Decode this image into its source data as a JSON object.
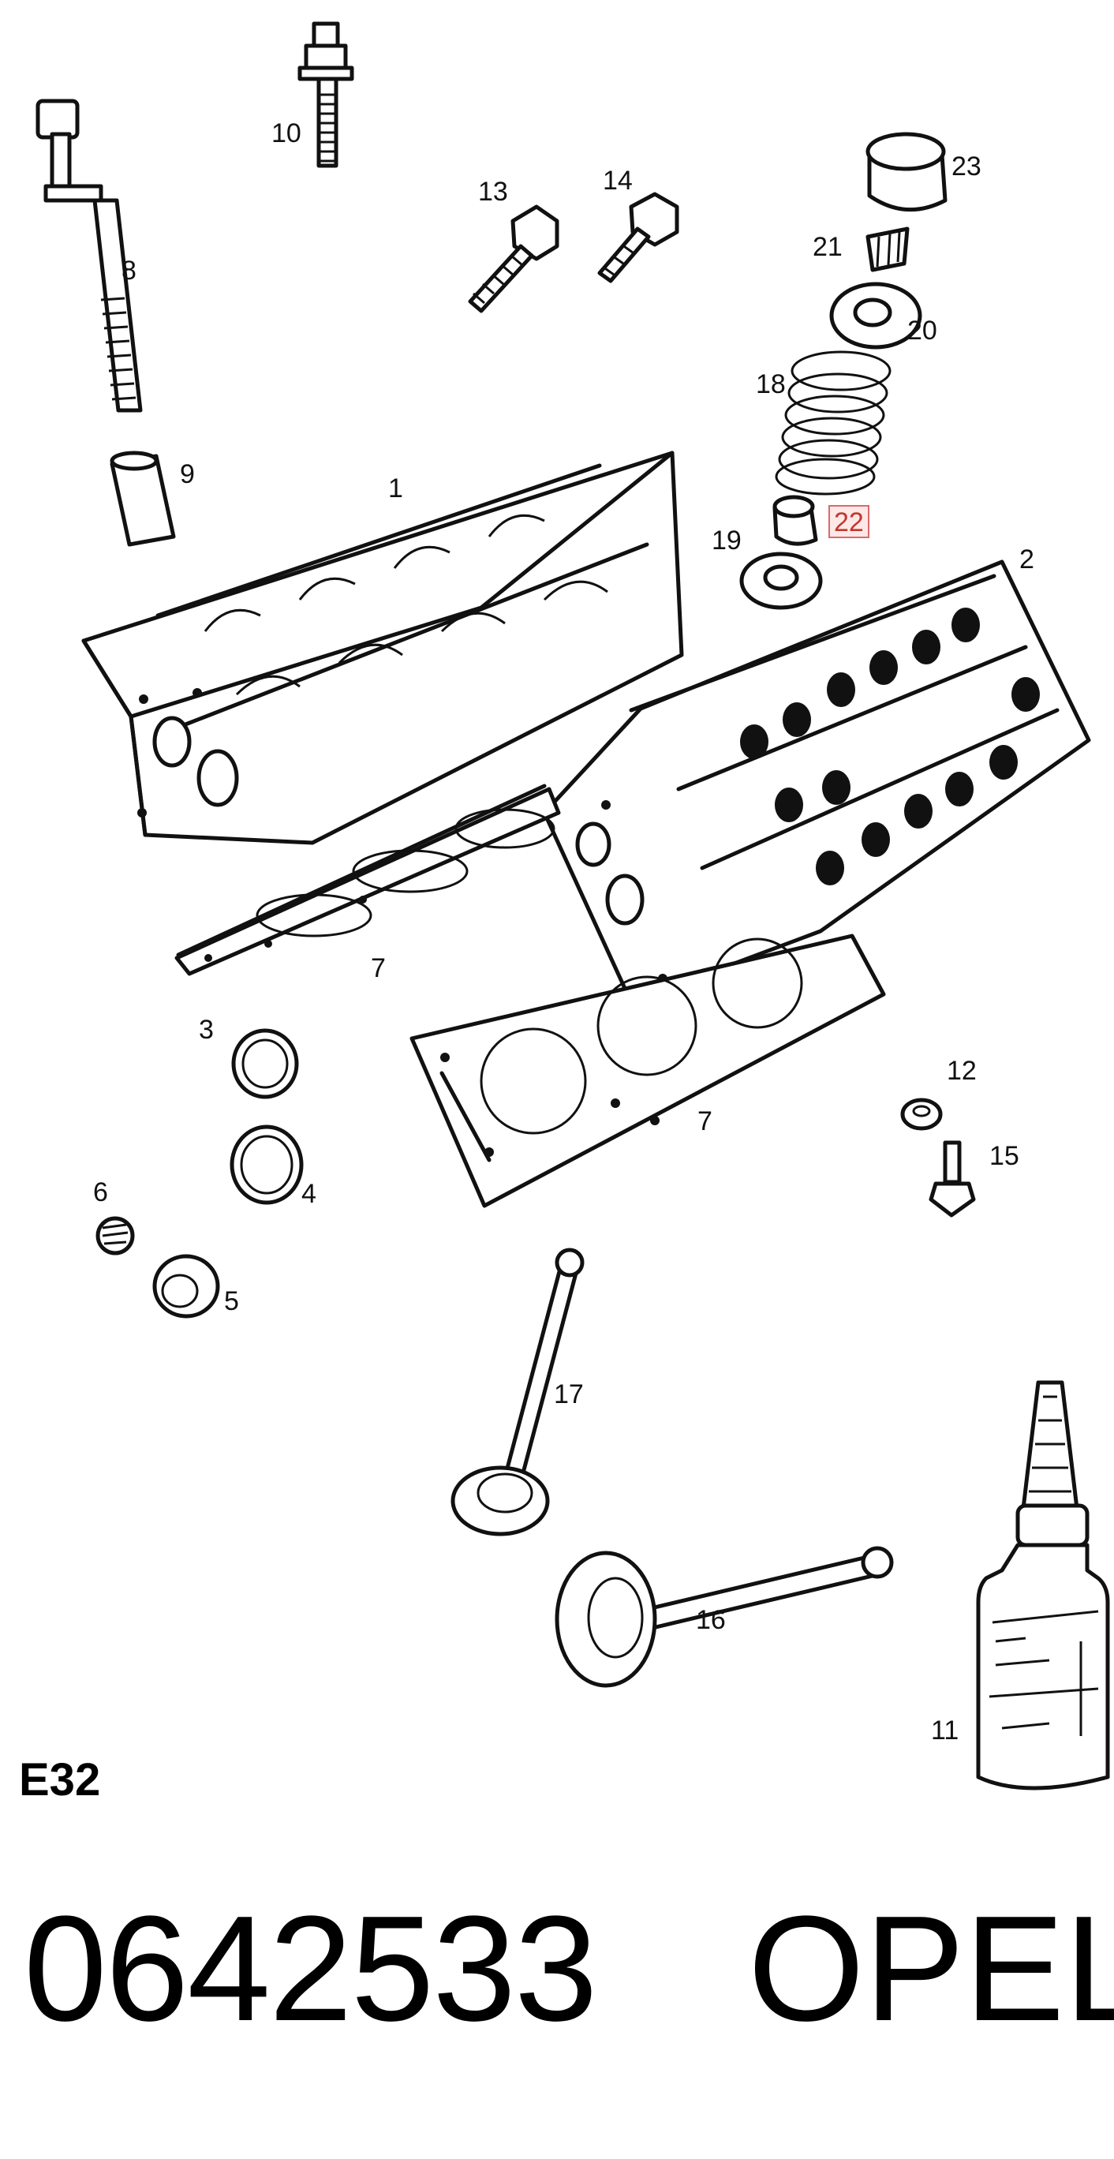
{
  "figure_code": "E32",
  "part_number": "0642533",
  "brand": "OPEL",
  "highlight_color": "#d96a6a",
  "callouts": [
    {
      "id": "1",
      "label": "1"
    },
    {
      "id": "2",
      "label": "2"
    },
    {
      "id": "3",
      "label": "3"
    },
    {
      "id": "4",
      "label": "4"
    },
    {
      "id": "5",
      "label": "5"
    },
    {
      "id": "6",
      "label": "6"
    },
    {
      "id": "7a",
      "label": "7"
    },
    {
      "id": "7b",
      "label": "7"
    },
    {
      "id": "8",
      "label": "8"
    },
    {
      "id": "9",
      "label": "9"
    },
    {
      "id": "10",
      "label": "10"
    },
    {
      "id": "11",
      "label": "11"
    },
    {
      "id": "12",
      "label": "12"
    },
    {
      "id": "13",
      "label": "13"
    },
    {
      "id": "14",
      "label": "14"
    },
    {
      "id": "15",
      "label": "15"
    },
    {
      "id": "16",
      "label": "16"
    },
    {
      "id": "17",
      "label": "17"
    },
    {
      "id": "18",
      "label": "18"
    },
    {
      "id": "19",
      "label": "19"
    },
    {
      "id": "20",
      "label": "20"
    },
    {
      "id": "21",
      "label": "21"
    },
    {
      "id": "22",
      "label": "22",
      "highlighted": true
    },
    {
      "id": "23",
      "label": "23"
    }
  ]
}
